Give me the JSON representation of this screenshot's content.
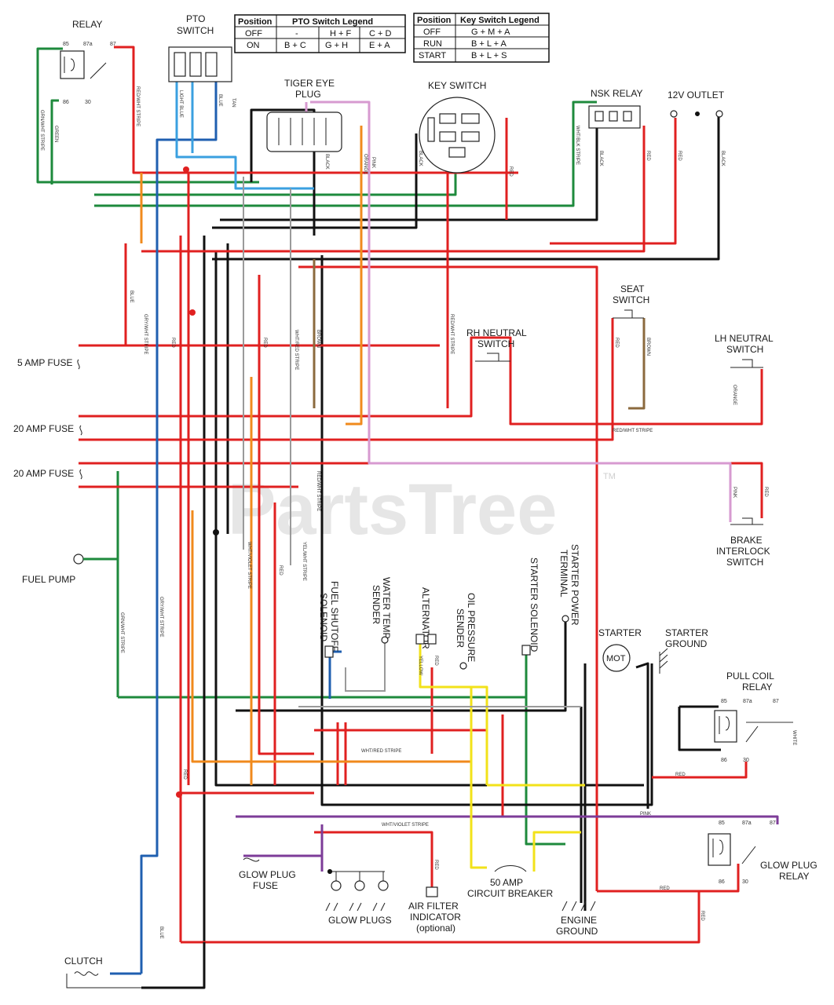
{
  "watermark": {
    "text": "PartsTree",
    "tm": "TM"
  },
  "colors": {
    "red": "#e02020",
    "black": "#111111",
    "green": "#1e8a3c",
    "blue": "#1f5fb0",
    "orange": "#f08a1c",
    "yellow": "#f2e21a",
    "purple": "#7d3c98",
    "pink": "#d79ad0",
    "brown": "#8b6a3e",
    "light_blue": "#3aa0e0",
    "white": "#9a9a9a",
    "gray": "#888888"
  },
  "pto_legend": {
    "title": [
      "Position",
      "PTO Switch Legend"
    ],
    "rows": [
      [
        "OFF",
        "-",
        "H + F",
        "C + D"
      ],
      [
        "ON",
        "B + C",
        "G + H",
        "E + A"
      ]
    ]
  },
  "key_legend": {
    "title": [
      "Position",
      "Key Switch Legend"
    ],
    "rows": [
      [
        "OFF",
        "G + M + A"
      ],
      [
        "RUN",
        "B + L + A"
      ],
      [
        "START",
        "B + L + S"
      ]
    ]
  },
  "components": {
    "relay": "RELAY",
    "pto_switch_1": "PTO",
    "pto_switch_2": "SWITCH",
    "tiger_eye_1": "TIGER EYE",
    "tiger_eye_2": "PLUG",
    "key_switch": "KEY SWITCH",
    "nsk_relay": "NSK RELAY",
    "outlet": "12V OUTLET",
    "seat_1": "SEAT",
    "seat_2": "SWITCH",
    "rh_neutral_1": "RH NEUTRAL",
    "rh_neutral_2": "SWITCH",
    "lh_neutral_1": "LH NEUTRAL",
    "lh_neutral_2": "SWITCH",
    "fuse_5": "5 AMP FUSE",
    "fuse_20a": "20 AMP FUSE",
    "fuse_20b": "20 AMP FUSE",
    "fuel_pump": "FUEL PUMP",
    "brake_1": "BRAKE",
    "brake_2": "INTERLOCK",
    "brake_3": "SWITCH",
    "fuel_shutoff_1": "FUEL SHUTOFF",
    "fuel_shutoff_2": "SOLENOID",
    "water_temp_1": "WATER TEMP",
    "water_temp_2": "SENDER",
    "alternator": "ALTERNATOR",
    "oil_pressure_1": "OIL PRESSURE",
    "oil_pressure_2": "SENDER",
    "starter_solenoid": "STARTER SOLENOID",
    "starter_power_1": "STARTER POWER",
    "starter_power_2": "TERMINAL",
    "starter": "STARTER",
    "starter_ground_1": "STARTER",
    "starter_ground_2": "GROUND",
    "mot": "MOT",
    "pull_coil_1": "PULL COIL",
    "pull_coil_2": "RELAY",
    "glow_fuse_1": "GLOW PLUG",
    "glow_fuse_2": "FUSE",
    "glow_plugs": "GLOW PLUGS",
    "air_filter_1": "AIR FILTER",
    "air_filter_2": "INDICATOR",
    "air_filter_3": "(optional)",
    "breaker_1": "50 AMP",
    "breaker_2": "CIRCUIT BREAKER",
    "engine_ground_1": "ENGINE",
    "engine_ground_2": "GROUND",
    "glow_relay_1": "GLOW PLUG",
    "glow_relay_2": "RELAY",
    "clutch": "CLUTCH"
  },
  "wire_labels": {
    "green_white": "GRN/WHT STRIPE",
    "green": "GREEN",
    "red_white": "RED/WHT STRIPE",
    "light_blue": "LIGHT BLUE",
    "blue": "BLUE",
    "tan": "TAN",
    "red": "RED",
    "black": "BLACK",
    "orange": "ORANGE",
    "pink": "PINK",
    "brown": "BROWN",
    "white": "WHITE",
    "yellow": "YELLOW",
    "gray_white": "GRY/WHT STRIPE",
    "red_white_mid": "RED/WHT STRIPE",
    "white_red": "WHT/RED STRIPE",
    "wht_blk": "WHT/BLK STRIPE",
    "wht_vio": "WHT/VIOLET STRIPE",
    "yel_wht": "YEL/WHT STRIPE"
  },
  "pins": {
    "relay": [
      "85",
      "87a",
      "87",
      "86",
      "30"
    ],
    "glow_relay": [
      "85",
      "87a",
      "87",
      "86",
      "30"
    ],
    "pull_relay": [
      "85",
      "87a",
      "87",
      "86",
      "30"
    ]
  }
}
